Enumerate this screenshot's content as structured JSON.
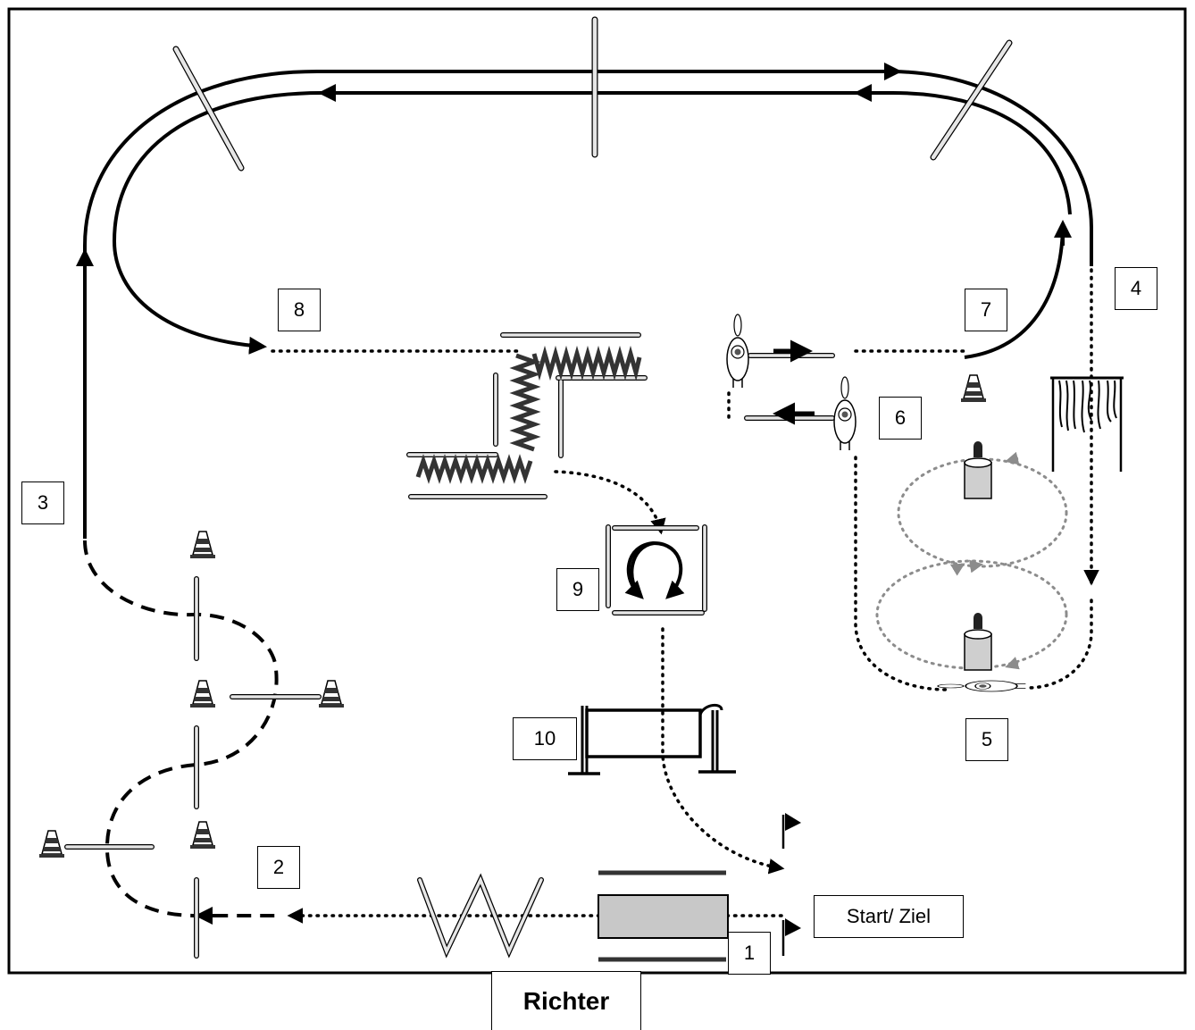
{
  "stations": [
    {
      "id": "1",
      "label": "1"
    },
    {
      "id": "2",
      "label": "2"
    },
    {
      "id": "3",
      "label": "3"
    },
    {
      "id": "4",
      "label": "4"
    },
    {
      "id": "5",
      "label": "5"
    },
    {
      "id": "6",
      "label": "6"
    },
    {
      "id": "7",
      "label": "7"
    },
    {
      "id": "8",
      "label": "8"
    },
    {
      "id": "9",
      "label": "9"
    },
    {
      "id": "10",
      "label": "10"
    }
  ],
  "start_finish": "Start/ Ziel",
  "judge": "Richter",
  "colors": {
    "ink": "#000000",
    "pole": "#e6e6e6",
    "mat": "#c8c8c8",
    "barrel": "#cfcfcf",
    "guide": "#8c8c8c",
    "zigzag": "#333333"
  }
}
